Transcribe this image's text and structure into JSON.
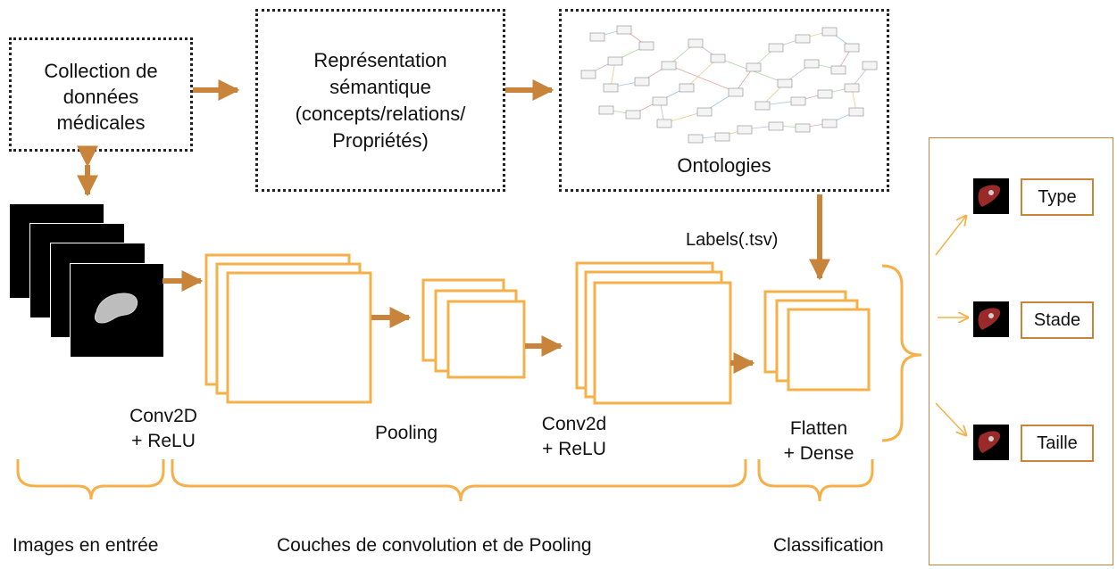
{
  "boxes": {
    "collection": "Collection de\ndonnées\nmédicales",
    "representation": "Représentation\nsémantique\n(concepts/relations/\nPropriétés)",
    "ontologies": "Ontologies"
  },
  "labels": {
    "labels_tsv": "Labels(.tsv)",
    "conv2d_1": "Conv2D\n+ ReLU",
    "pooling": "Pooling",
    "conv2d_2": "Conv2d\n+ ReLU",
    "flatten": "Flatten\n+ Dense"
  },
  "sections": {
    "images": "Images en entrée",
    "couches": "Couches de convolution et de Pooling",
    "classification": "Classification"
  },
  "outputs": [
    "Type",
    "Stade",
    "Taille"
  ],
  "colors": {
    "orange": "#f6b04a",
    "arrow_brown": "#c8843a",
    "dotted_border": "#222222",
    "output_border": "#c8843a"
  }
}
